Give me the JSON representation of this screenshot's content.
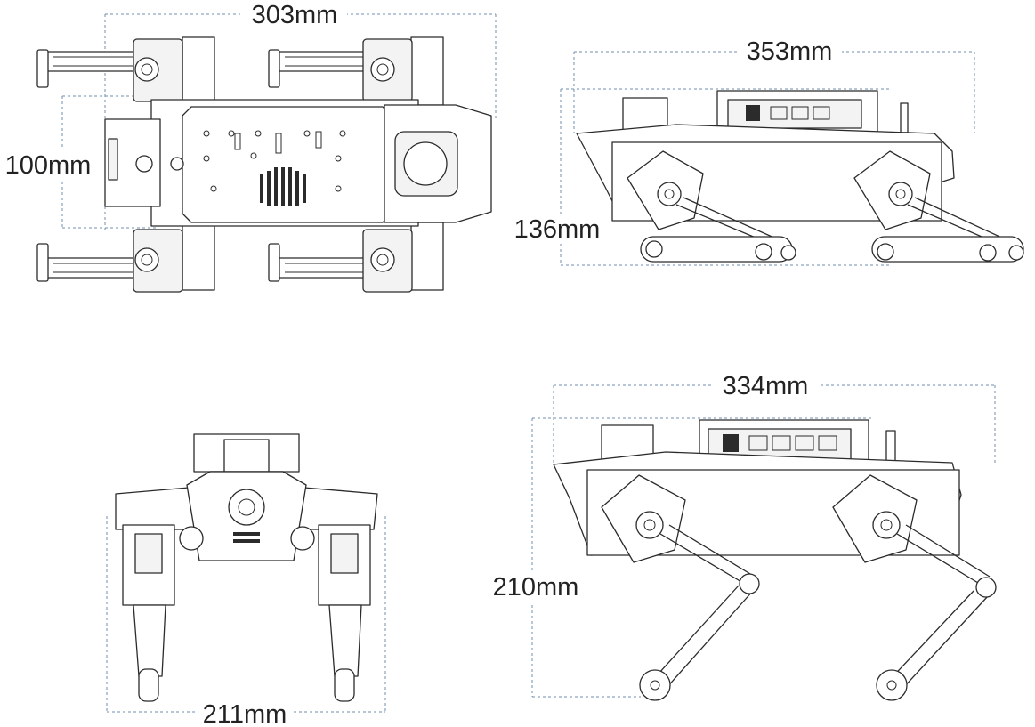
{
  "colors": {
    "ink": "#2b2b2b",
    "dimension_line": "#6f8fb0",
    "label": "#222222",
    "background": "#ffffff"
  },
  "views": {
    "top": {
      "length_label": "303mm",
      "width_label": "100mm"
    },
    "side_standing": {
      "length_label": "353mm",
      "height_label": "136mm"
    },
    "front": {
      "width_label": "211mm"
    },
    "side_raised": {
      "length_label": "334mm",
      "height_label": "210mm"
    }
  }
}
